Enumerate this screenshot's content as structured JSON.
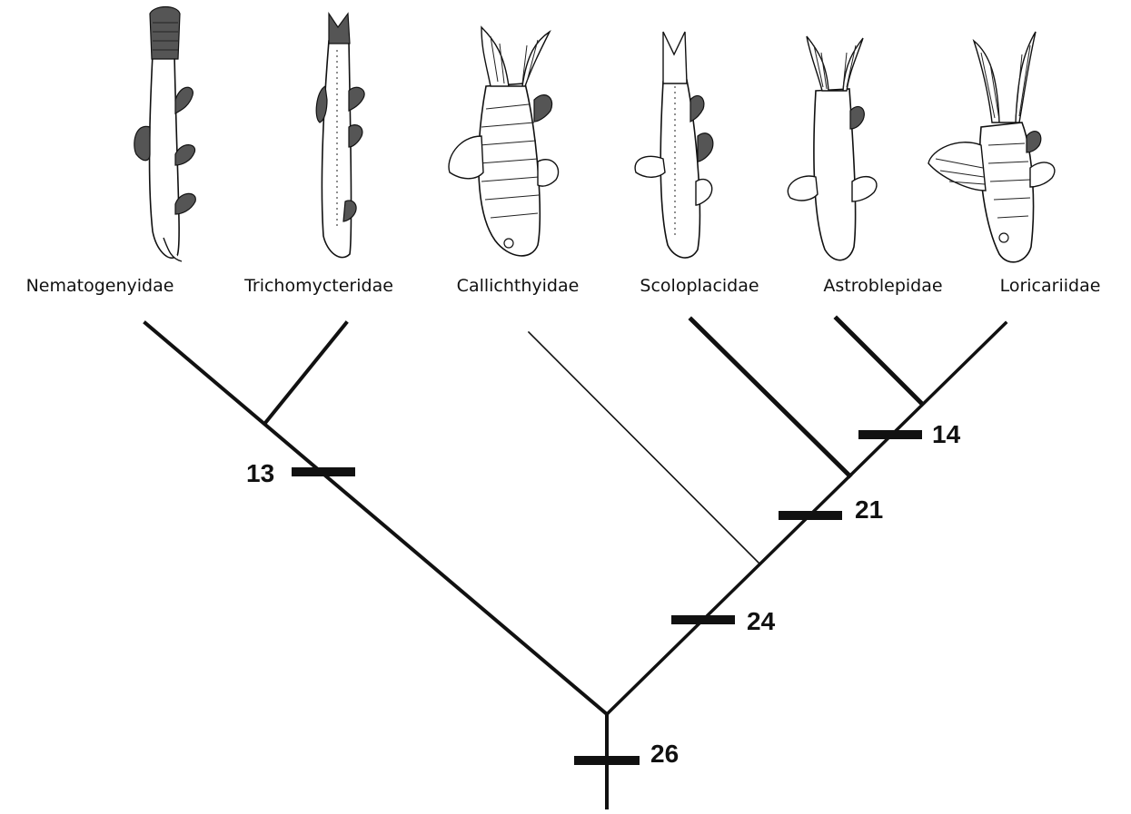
{
  "taxa": [
    {
      "name": "Nematogenyidae"
    },
    {
      "name": "Trichomycteridae"
    },
    {
      "name": "Callichthyidae"
    },
    {
      "name": "Scoloplacidae"
    },
    {
      "name": "Astroblepidae"
    },
    {
      "name": "Loricariidae"
    }
  ],
  "nodes": [
    {
      "label": "13"
    },
    {
      "label": "14"
    },
    {
      "label": "21"
    },
    {
      "label": "24"
    },
    {
      "label": "26"
    }
  ],
  "colors": {
    "line": "#111111",
    "background": "#ffffff"
  },
  "icons": [
    "fish-illustration-icon"
  ]
}
